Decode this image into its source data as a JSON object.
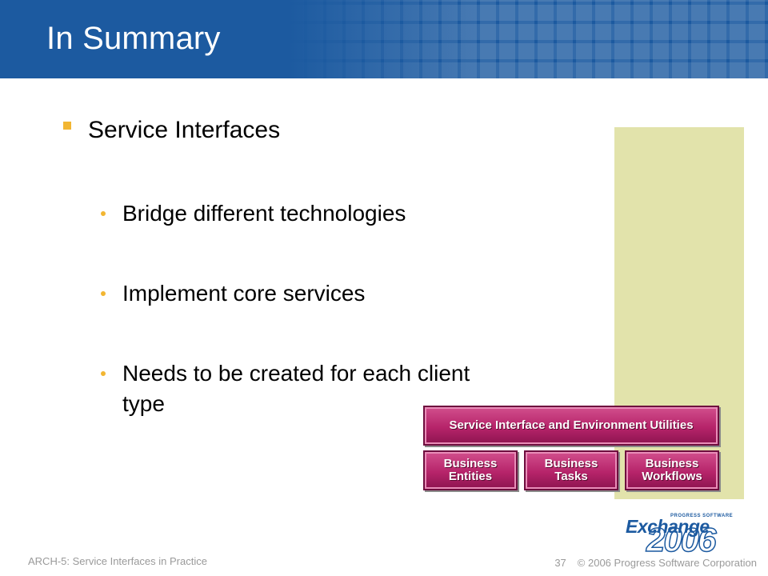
{
  "slide": {
    "title": "In Summary",
    "level1": "Service Interfaces",
    "level2": [
      "Bridge different technologies",
      "Implement core services",
      "Needs to be created for each client type"
    ]
  },
  "diagram": {
    "top_box": "Service Interface and Environment Utilities",
    "boxes": [
      {
        "line1": "Business",
        "line2": "Entities"
      },
      {
        "line1": "Business",
        "line2": "Tasks"
      },
      {
        "line1": "Business",
        "line2": "Workflows"
      }
    ]
  },
  "logo": {
    "small_text": "PROGRESS SOFTWARE",
    "word": "Exchange",
    "year": "2006"
  },
  "footer": {
    "session": "ARCH-5: Service Interfaces in Practice",
    "page_number": "37",
    "copyright": "© 2006 Progress Software Corporation"
  },
  "colors": {
    "header": "#1c5aa0",
    "bullet": "#f2b632",
    "panel": "#e2e3ab",
    "diagram_box": "#b6246a"
  }
}
